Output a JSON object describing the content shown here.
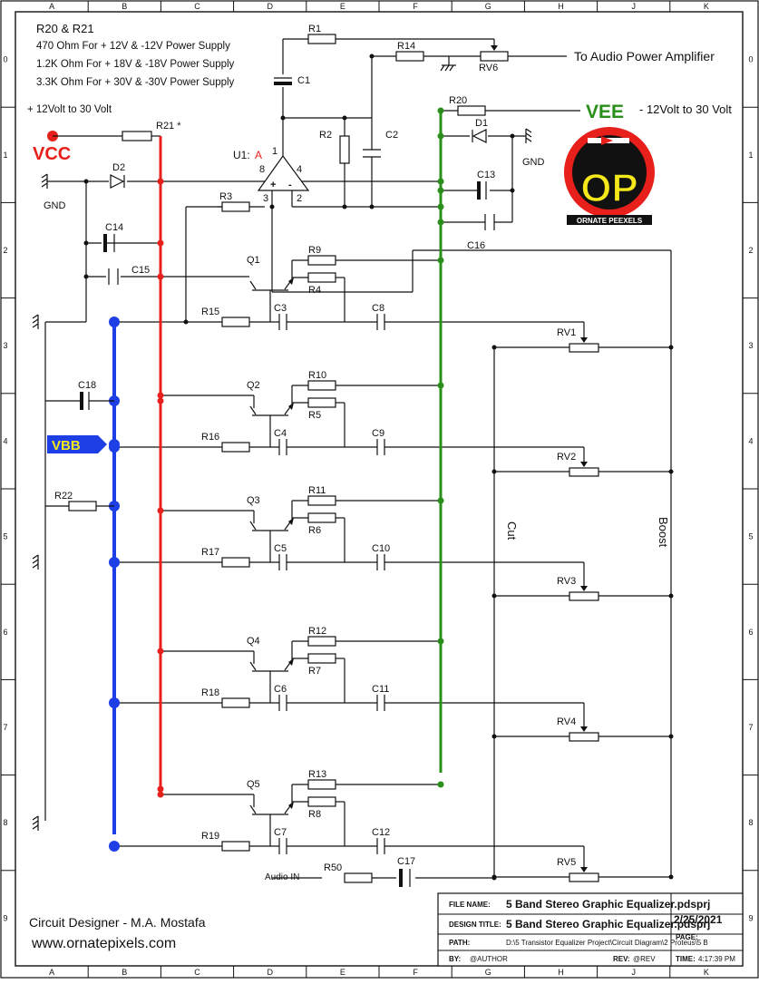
{
  "notes": {
    "heading": "R20 & R21",
    "line1": "470 Ohm For + 12V & -12V Power Supply",
    "line2": "1.2K  Ohm For + 18V & -18V Power Supply",
    "line3": "3.3K  Ohm For + 30V  &  -30V Power Supply",
    "vcc_range": "+ 12Volt  to 30 Volt",
    "vee_range": "- 12Volt  to 30 Volt",
    "output": "To Audio Power Amplifier"
  },
  "rails": {
    "vcc": "VCC",
    "vee": "VEE",
    "vbb": "VBB",
    "vcc_color": "#e8201c",
    "vee_color": "#2a8f1a",
    "vbb_color": "#1f3fe6"
  },
  "labels": {
    "gnd": "GND",
    "u1": "U1:",
    "u1_suffix": "A",
    "pin1": "1",
    "pin2": "2",
    "pin3": "3",
    "pin4": "4",
    "pin8": "8",
    "plus": "+",
    "minus": "-",
    "audio_in": "Audio IN",
    "cut": "Cut",
    "boost": "Boost",
    "r21": "R21 *"
  },
  "components": {
    "R1": "R1",
    "R2": "R2",
    "R3": "R3",
    "R4": "R4",
    "R5": "R5",
    "R6": "R6",
    "R7": "R7",
    "R8": "R8",
    "R9": "R9",
    "R10": "R10",
    "R11": "R11",
    "R12": "R12",
    "R13": "R13",
    "R14": "R14",
    "R15": "R15",
    "R16": "R16",
    "R17": "R17",
    "R18": "R18",
    "R19": "R19",
    "R20": "R20",
    "R22": "R22",
    "R50": "R50",
    "C1": "C1",
    "C2": "C2",
    "C3": "C3",
    "C4": "C4",
    "C5": "C5",
    "C6": "C6",
    "C7": "C7",
    "C8": "C8",
    "C9": "C9",
    "C10": "C10",
    "C11": "C11",
    "C12": "C12",
    "C13": "C13",
    "C14": "C14",
    "C15": "C15",
    "C16": "C16",
    "C17": "C17",
    "C18": "C18",
    "D1": "D1",
    "D2": "D2",
    "Q1": "Q1",
    "Q2": "Q2",
    "Q3": "Q3",
    "Q4": "Q4",
    "Q5": "Q5",
    "RV1": "RV1",
    "RV2": "RV2",
    "RV3": "RV3",
    "RV4": "RV4",
    "RV5": "RV5",
    "RV6": "RV6"
  },
  "grid": {
    "cols": [
      "A",
      "B",
      "C",
      "D",
      "E",
      "F",
      "G",
      "H",
      "J",
      "K"
    ],
    "rows": [
      "0",
      "1",
      "2",
      "3",
      "4",
      "5",
      "6",
      "7",
      "8",
      "9"
    ]
  },
  "logo": {
    "letters": "OP",
    "caption": "ORNATE PEEXELS"
  },
  "credits": {
    "designer": "Circuit Designer - M.A. Mostafa",
    "website": "www.ornatepixels.com"
  },
  "title_block": {
    "file_name_label": "FILE NAME:",
    "file_name": "5 Band Stereo Graphic Equalizer.pdsprj",
    "design_title_label": "DESIGN TITLE:",
    "design_title": "5 Band Stereo Graphic Equalizer.pdsprj",
    "path_label": "PATH:",
    "path": "D:\\5 Transistor Equalizer Project\\Circuit Diagram\\2 Proteus\\5 B",
    "by_label": "BY:",
    "by": "@AUTHOR",
    "rev_label": "REV:",
    "rev": "@REV",
    "date": "2/25/2021",
    "page_label": "PAGE:",
    "time_label": "TIME:",
    "time": "4:17:39 PM"
  }
}
